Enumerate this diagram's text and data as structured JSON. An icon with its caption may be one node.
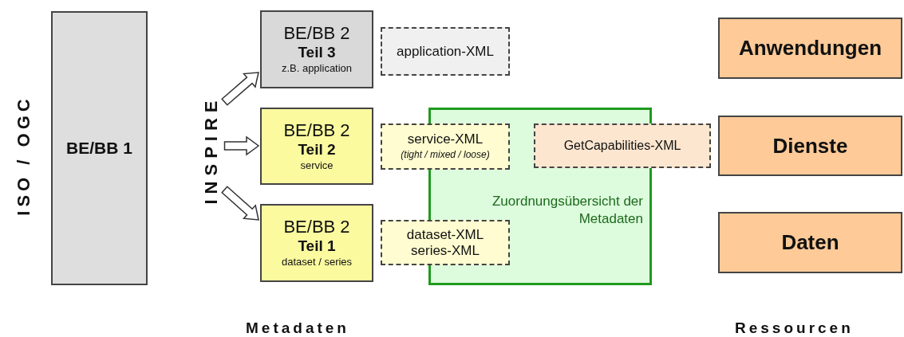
{
  "diagram": {
    "nodes": [
      {
        "text": [
          "BE/BB 1"
        ]
      },
      {
        "text": [
          "INSPIRE"
        ]
      },
      {
        "text": [
          "BE/BB 2",
          "Teil 3",
          "z.B. application"
        ]
      },
      {
        "text": [
          "application-XML"
        ]
      },
      {
        "text": [
          "BE/BB 2",
          "Teil 2",
          "service"
        ]
      },
      {
        "text": [
          "Zuordnungsübersicht der Metadaten"
        ]
      },
      {
        "text": [
          "service-XML",
          "(tight / mixed / loose)"
        ]
      },
      {
        "text": [
          "GetCapabilities-XML"
        ]
      },
      {
        "text": [
          "BE/BB 2",
          "Teil 1",
          "dataset / series"
        ]
      },
      {
        "text": [
          "dataset-XML",
          "series-XML"
        ]
      },
      {
        "text": [
          "Anwendungen"
        ]
      },
      {
        "text": [
          "Dienste"
        ]
      },
      {
        "text": [
          "Daten"
        ]
      }
    ],
    "edges": [
      {
        "from": 1,
        "to": 2,
        "arrow": "to"
      },
      {
        "from": 1,
        "to": 4,
        "arrow": "to"
      },
      {
        "from": 1,
        "to": 8,
        "arrow": "to"
      }
    ],
    "labels": [
      "ISO / OGC",
      "Metadaten",
      "Ressourcen"
    ]
  }
}
